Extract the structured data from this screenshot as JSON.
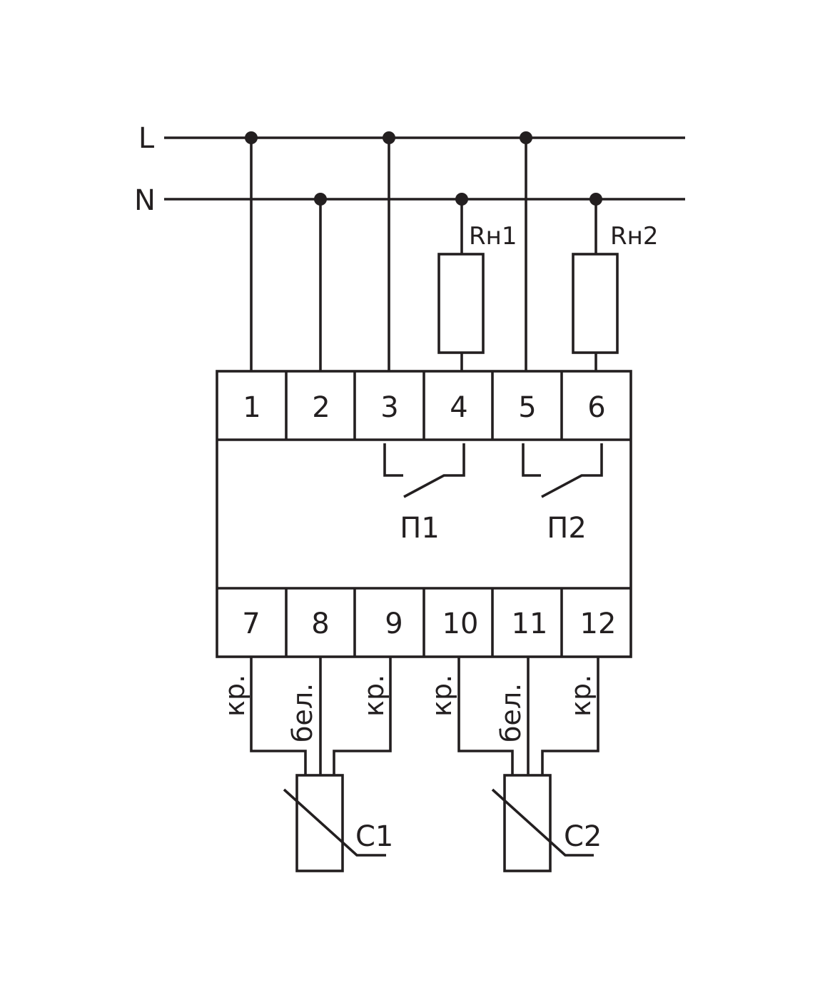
{
  "buses": {
    "line": "L",
    "neutral": "N"
  },
  "loads": [
    "Rн1",
    "Rн2"
  ],
  "terminals_top": [
    "1",
    "2",
    "3",
    "4",
    "5",
    "6"
  ],
  "terminals_bottom": [
    "7",
    "8",
    "9",
    "10",
    "11",
    "12"
  ],
  "contacts": [
    "П1",
    "П2"
  ],
  "wire_colors": [
    "кр.",
    "бел.",
    "кр.",
    "кр.",
    "бел.",
    "кр."
  ],
  "sensors": [
    "C1",
    "C2"
  ],
  "colors": {
    "ink": "#231f20",
    "background": "#ffffff"
  }
}
